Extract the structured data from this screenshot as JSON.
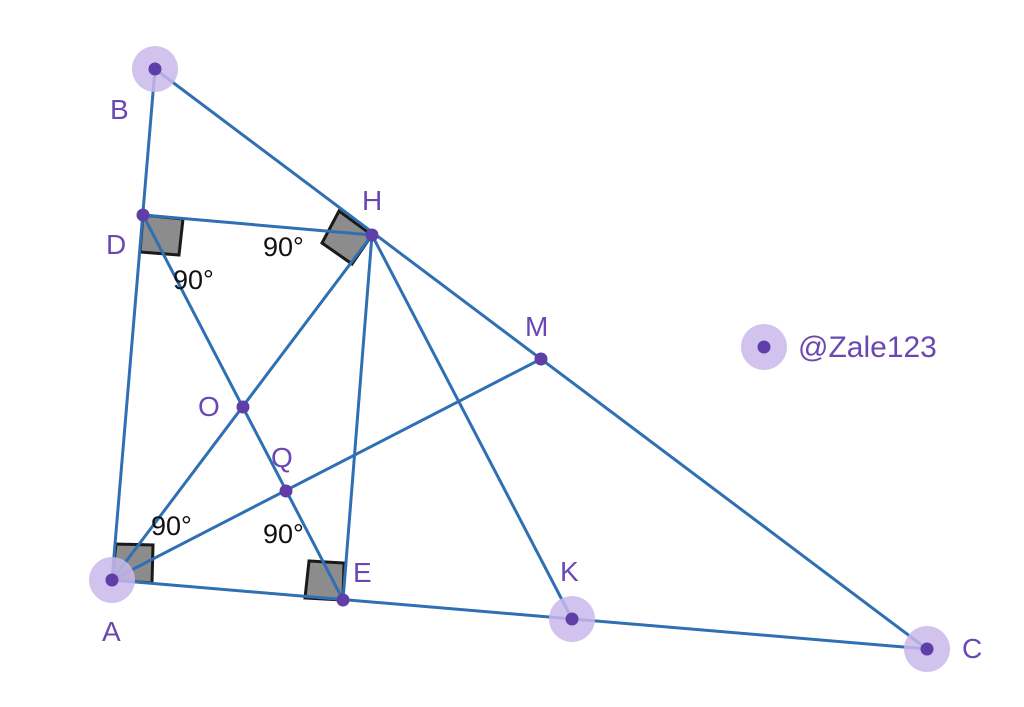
{
  "points": {
    "A": "A",
    "B": "B",
    "C": "C",
    "D": "D",
    "E": "E",
    "H": "H",
    "M": "M",
    "O": "O",
    "Q": "Q",
    "K": "K"
  },
  "angle_label": "90°",
  "watermark": "@Zale123",
  "colors": {
    "line": "#2f6fb3",
    "point": "#5f3ea8",
    "label": "#6a48b4",
    "halo": "#c9b8ea",
    "right_angle_fill": "#8c8c8c"
  }
}
